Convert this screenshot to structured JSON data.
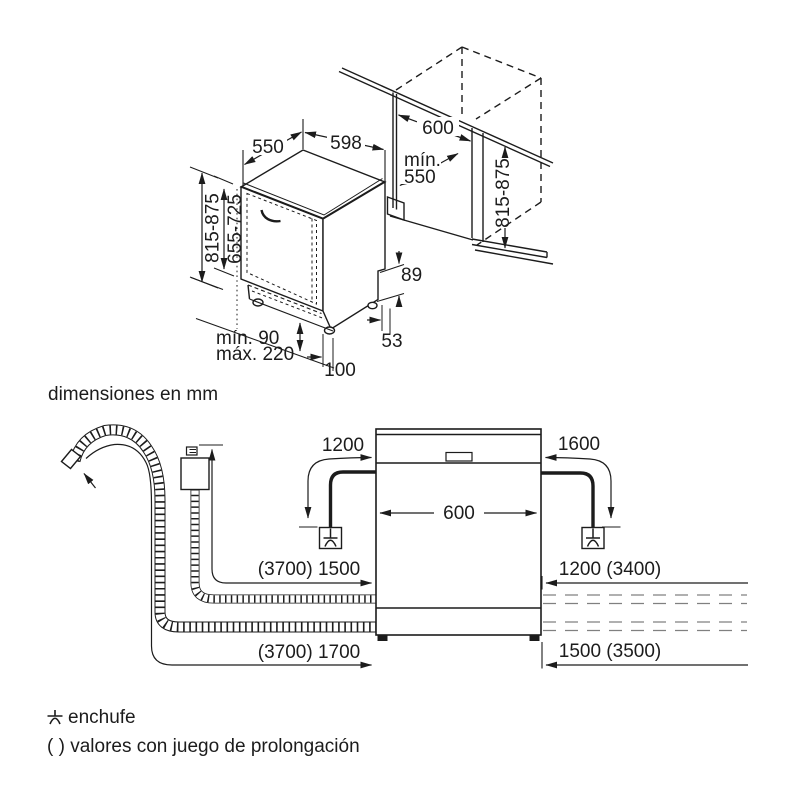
{
  "caption": "dimensiones en mm",
  "top_view": {
    "dims": {
      "top_depth": "550",
      "top_width": "598",
      "niche_width": "600",
      "niche_depth_label": "mín.",
      "niche_depth_value": "550",
      "appliance_height_range": "815-875",
      "door_height_range": "655-725",
      "niche_height_range": "815-875",
      "rear_step_height": "89",
      "rear_foot_offset": "53",
      "plinth_min": "mín. 90",
      "plinth_max": "máx. 220",
      "front_foot_offset": "100"
    }
  },
  "front_view": {
    "dims": {
      "cord_left_length": "1200",
      "cord_right_length": "1600",
      "appliance_width": "600",
      "inlet_hose_left": "(3700) 1500",
      "drain_hose_left": "(3700) 1700",
      "inlet_hose_right": "1200 (3400)",
      "drain_hose_right": "1500 (3500)"
    }
  },
  "legend": {
    "plug_label": "enchufe",
    "parentheses_label": "( ) valores con juego de prolongación"
  },
  "colors": {
    "line": "#1c1c1c",
    "dashed_extension": "#808080",
    "background": "#ffffff"
  }
}
